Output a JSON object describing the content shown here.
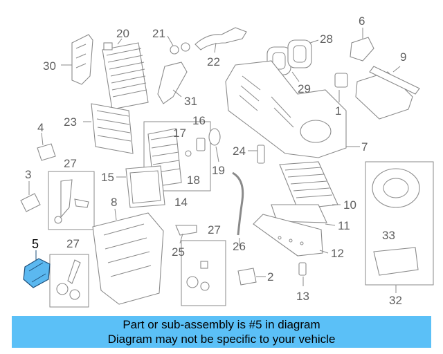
{
  "banner": {
    "line1": "Part or sub-assembly is #5 in diagram",
    "line2": "Diagram may not be specific to your vehicle",
    "color": "#5bc0f7"
  },
  "highlight": {
    "part": "5",
    "color": "#5bb8f0"
  },
  "labels": {
    "p1": "1",
    "p2": "2",
    "p3": "3",
    "p4": "4",
    "p5": "5",
    "p6": "6",
    "p7": "7",
    "p8": "8",
    "p9": "9",
    "p10": "10",
    "p11": "11",
    "p12": "12",
    "p13": "13",
    "p14": "14",
    "p15": "15",
    "p16": "16",
    "p17": "17",
    "p18": "18",
    "p19": "19",
    "p20": "20",
    "p21": "21",
    "p22": "22",
    "p23": "23",
    "p24": "24",
    "p25": "25",
    "p26": "26",
    "p27a": "27",
    "p27b": "27",
    "p27c": "27",
    "p28": "28",
    "p29": "29",
    "p30": "30",
    "p31": "31",
    "p32": "32",
    "p33": "33"
  }
}
